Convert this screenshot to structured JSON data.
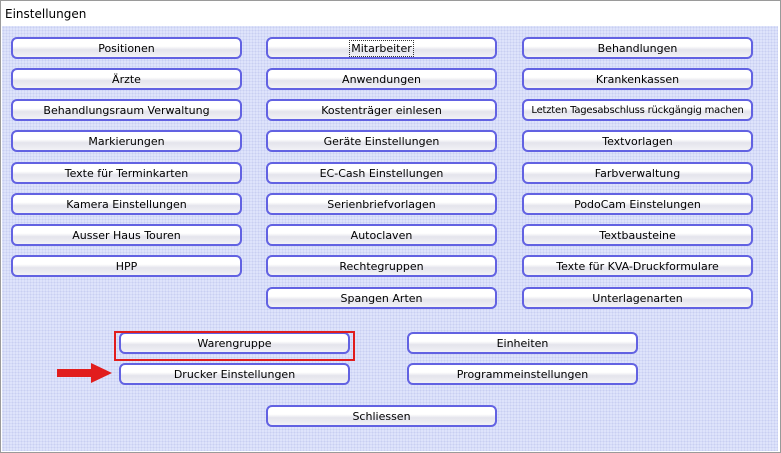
{
  "window": {
    "title": "Einstellungen"
  },
  "column_left": {
    "buttons": [
      "Positionen",
      "Ärzte",
      "Behandlungsraum Verwaltung",
      "Markierungen",
      "Texte für Terminkarten",
      "Kamera Einstellungen",
      "Ausser Haus Touren",
      "HPP"
    ]
  },
  "column_middle": {
    "buttons": [
      "Mitarbeiter",
      "Anwendungen",
      "Kostenträger einlesen",
      "Geräte Einstellungen",
      "EC-Cash Einstellungen",
      "Serienbriefvorlagen",
      "Autoclaven",
      "Rechtegruppen",
      "Spangen Arten"
    ]
  },
  "column_right": {
    "buttons": [
      "Behandlungen",
      "Krankenkassen",
      "Letzten Tagesabschluss rückgängig machen",
      "Textvorlagen",
      "Farbverwaltung",
      "PodoCam Einstelungen",
      "Textbausteine",
      "Texte für KVA-Druckformulare",
      "Unterlagenarten"
    ]
  },
  "lower_section": {
    "warengruppe": "Warengruppe",
    "einheiten": "Einheiten",
    "drucker_einstellungen": "Drucker Einstellungen",
    "programmeinstellungen": "Programmeinstellungen",
    "schliessen": "Schliessen"
  },
  "annotation": {
    "highlight_color": "#e11d1d",
    "arrow_color": "#e11d1d"
  }
}
